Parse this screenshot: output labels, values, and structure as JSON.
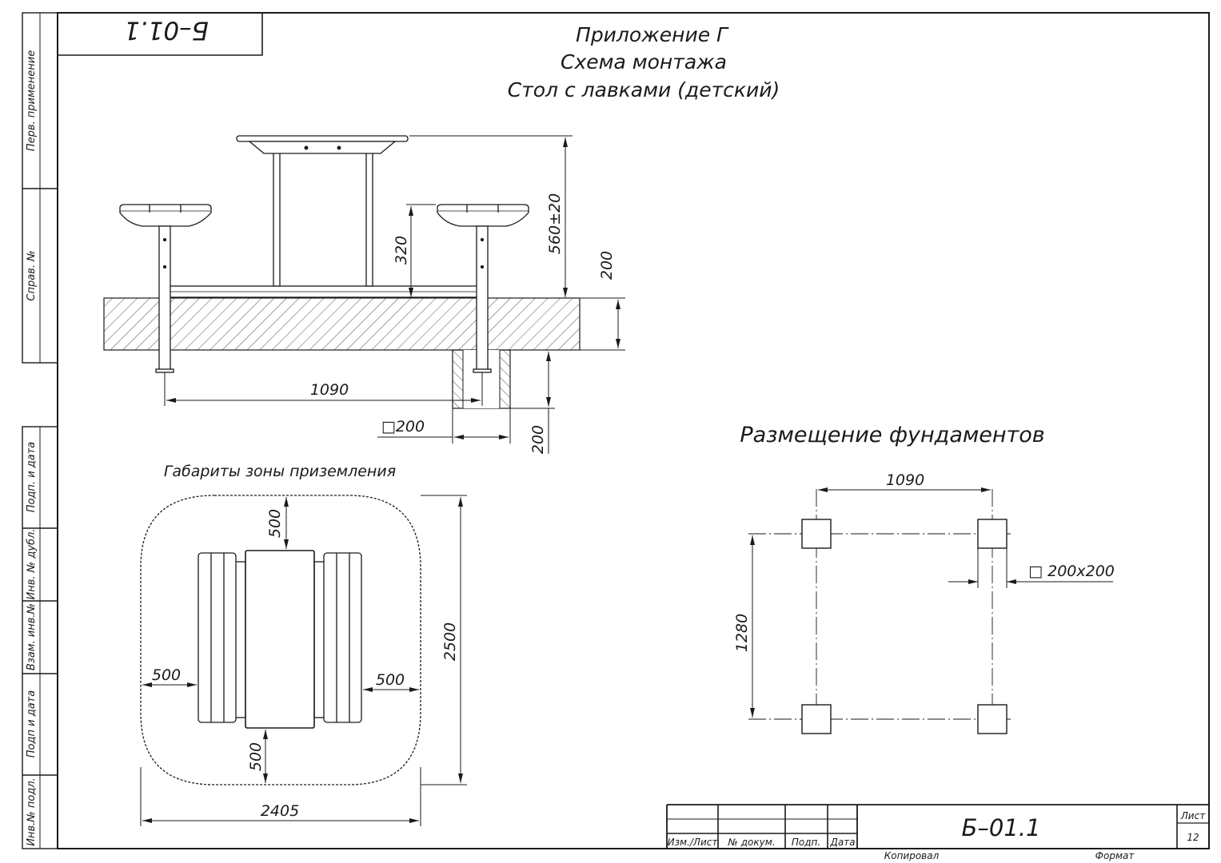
{
  "header": {
    "title_line1": "Приложение Г",
    "title_line2": "Схема монтажа",
    "title_line3": "Стол с лавками (детский)",
    "code_rotated": "Б–01.1"
  },
  "side_stamp": {
    "perv_primenenie": "Перв. применение",
    "sprav_no": "Справ. №",
    "podp_i_data_top": "Подп. и дата",
    "inv_no_dubl": "Инв. № дубл.",
    "vzam_inv_no": "Взам. инв.№",
    "podp_i_data_bottom": "Подп и дата",
    "inv_no_podl": "Инв.№ подл."
  },
  "elevation": {
    "dim_table_height": "560±20",
    "dim_bench_height": "320",
    "dim_slab_depth": "200",
    "dim_span": "1090",
    "dim_pit_square": "□200",
    "dim_pit_depth": "200"
  },
  "landing_zone": {
    "title": "Габариты зоны приземления",
    "dim_top": "500",
    "dim_left": "500",
    "dim_right": "500",
    "dim_bottom": "500",
    "dim_height": "2500",
    "dim_width": "2405"
  },
  "foundations": {
    "title": "Размещение фундаментов",
    "dim_span_x": "1090",
    "dim_span_y": "1280",
    "dim_square": "□ 200x200"
  },
  "title_block": {
    "col_izm_list": "Изм.",
    "col_list": "Лист",
    "col_no_dokum": "№ докум.",
    "col_podp": "Подп.",
    "col_data": "Дата",
    "designation": "Б–01.1",
    "sheet_label": "Лист",
    "sheet_no": "12",
    "kopiroval": "Копировал",
    "format": "Формат"
  }
}
